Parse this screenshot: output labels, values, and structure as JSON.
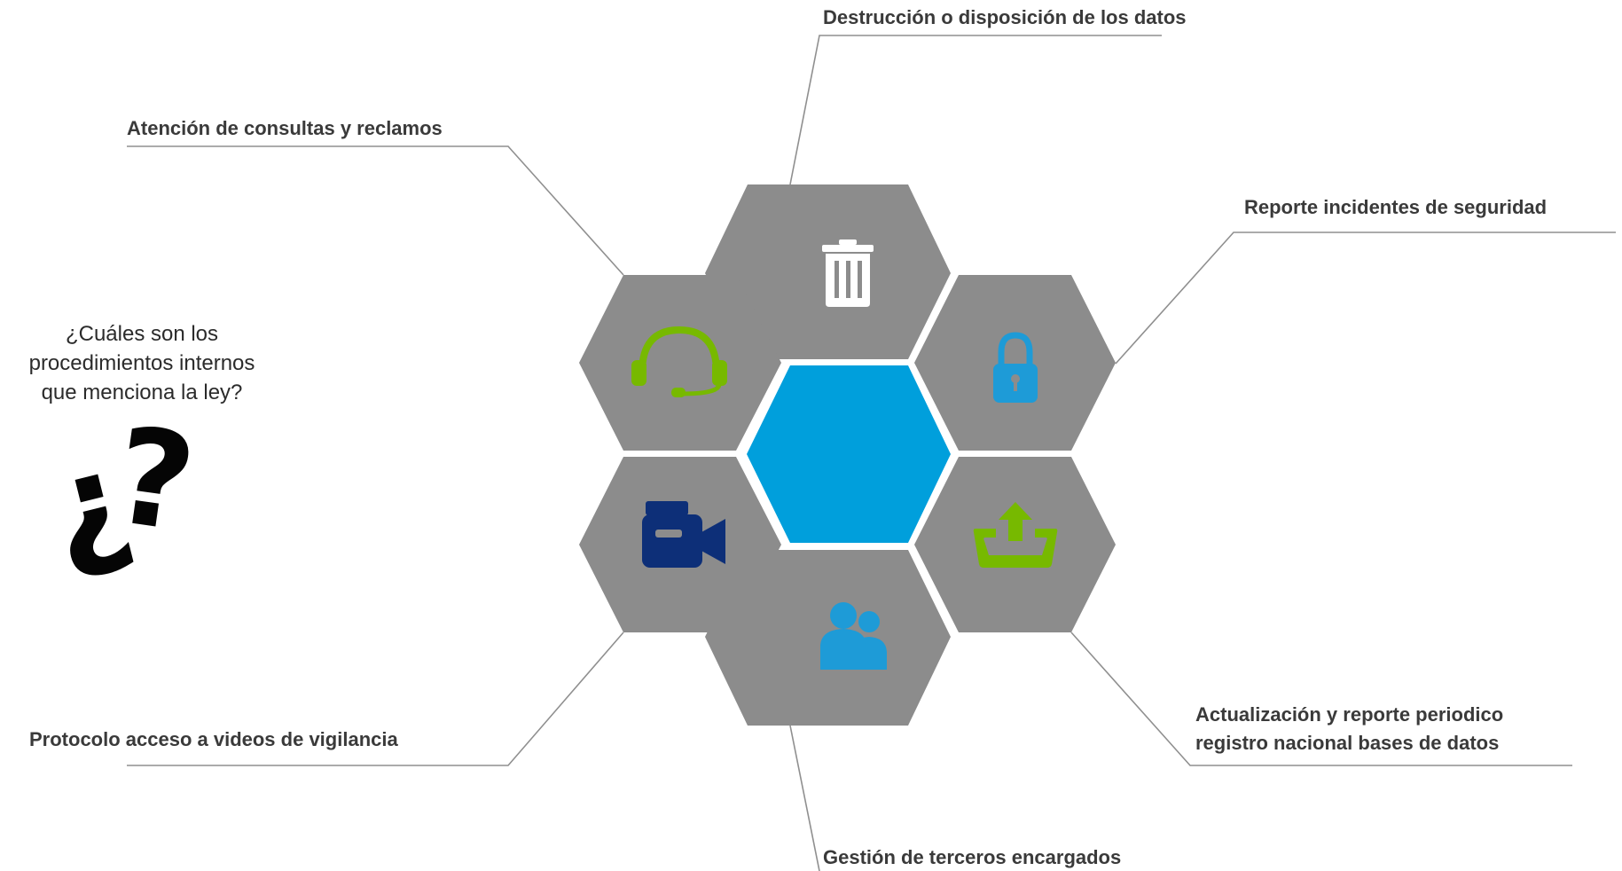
{
  "question": {
    "lines": [
      "¿Cuáles son los",
      "procedimientos internos",
      "que menciona la ley?"
    ],
    "symbol_open": "¿",
    "symbol_close": "?"
  },
  "procedures": {
    "destruction": "Destrucción o disposición de los datos",
    "consultations": "Atención de consultas y reclamos",
    "security": "Reporte incidentes de seguridad",
    "videos": "Protocolo acceso a videos de vigilancia",
    "registry_line1": "Actualización y reporte periodico",
    "registry_line2": "registro nacional bases de datos",
    "third_parties": "Gestión de terceros encargados"
  },
  "icons": {
    "destruction": "trash-icon",
    "consultations": "headset-icon",
    "security": "padlock-icon",
    "videos": "video-camera-icon",
    "registry": "upload-tray-icon",
    "third_parties": "users-icon"
  },
  "colors": {
    "hex_gray": "#8c8c8c",
    "hex_center": "#009fdc",
    "green": "#77b900",
    "blue": "#1e9bd7",
    "navy": "#0d2f78",
    "line": "#8f8f8f",
    "text": "#3a3a3a"
  }
}
